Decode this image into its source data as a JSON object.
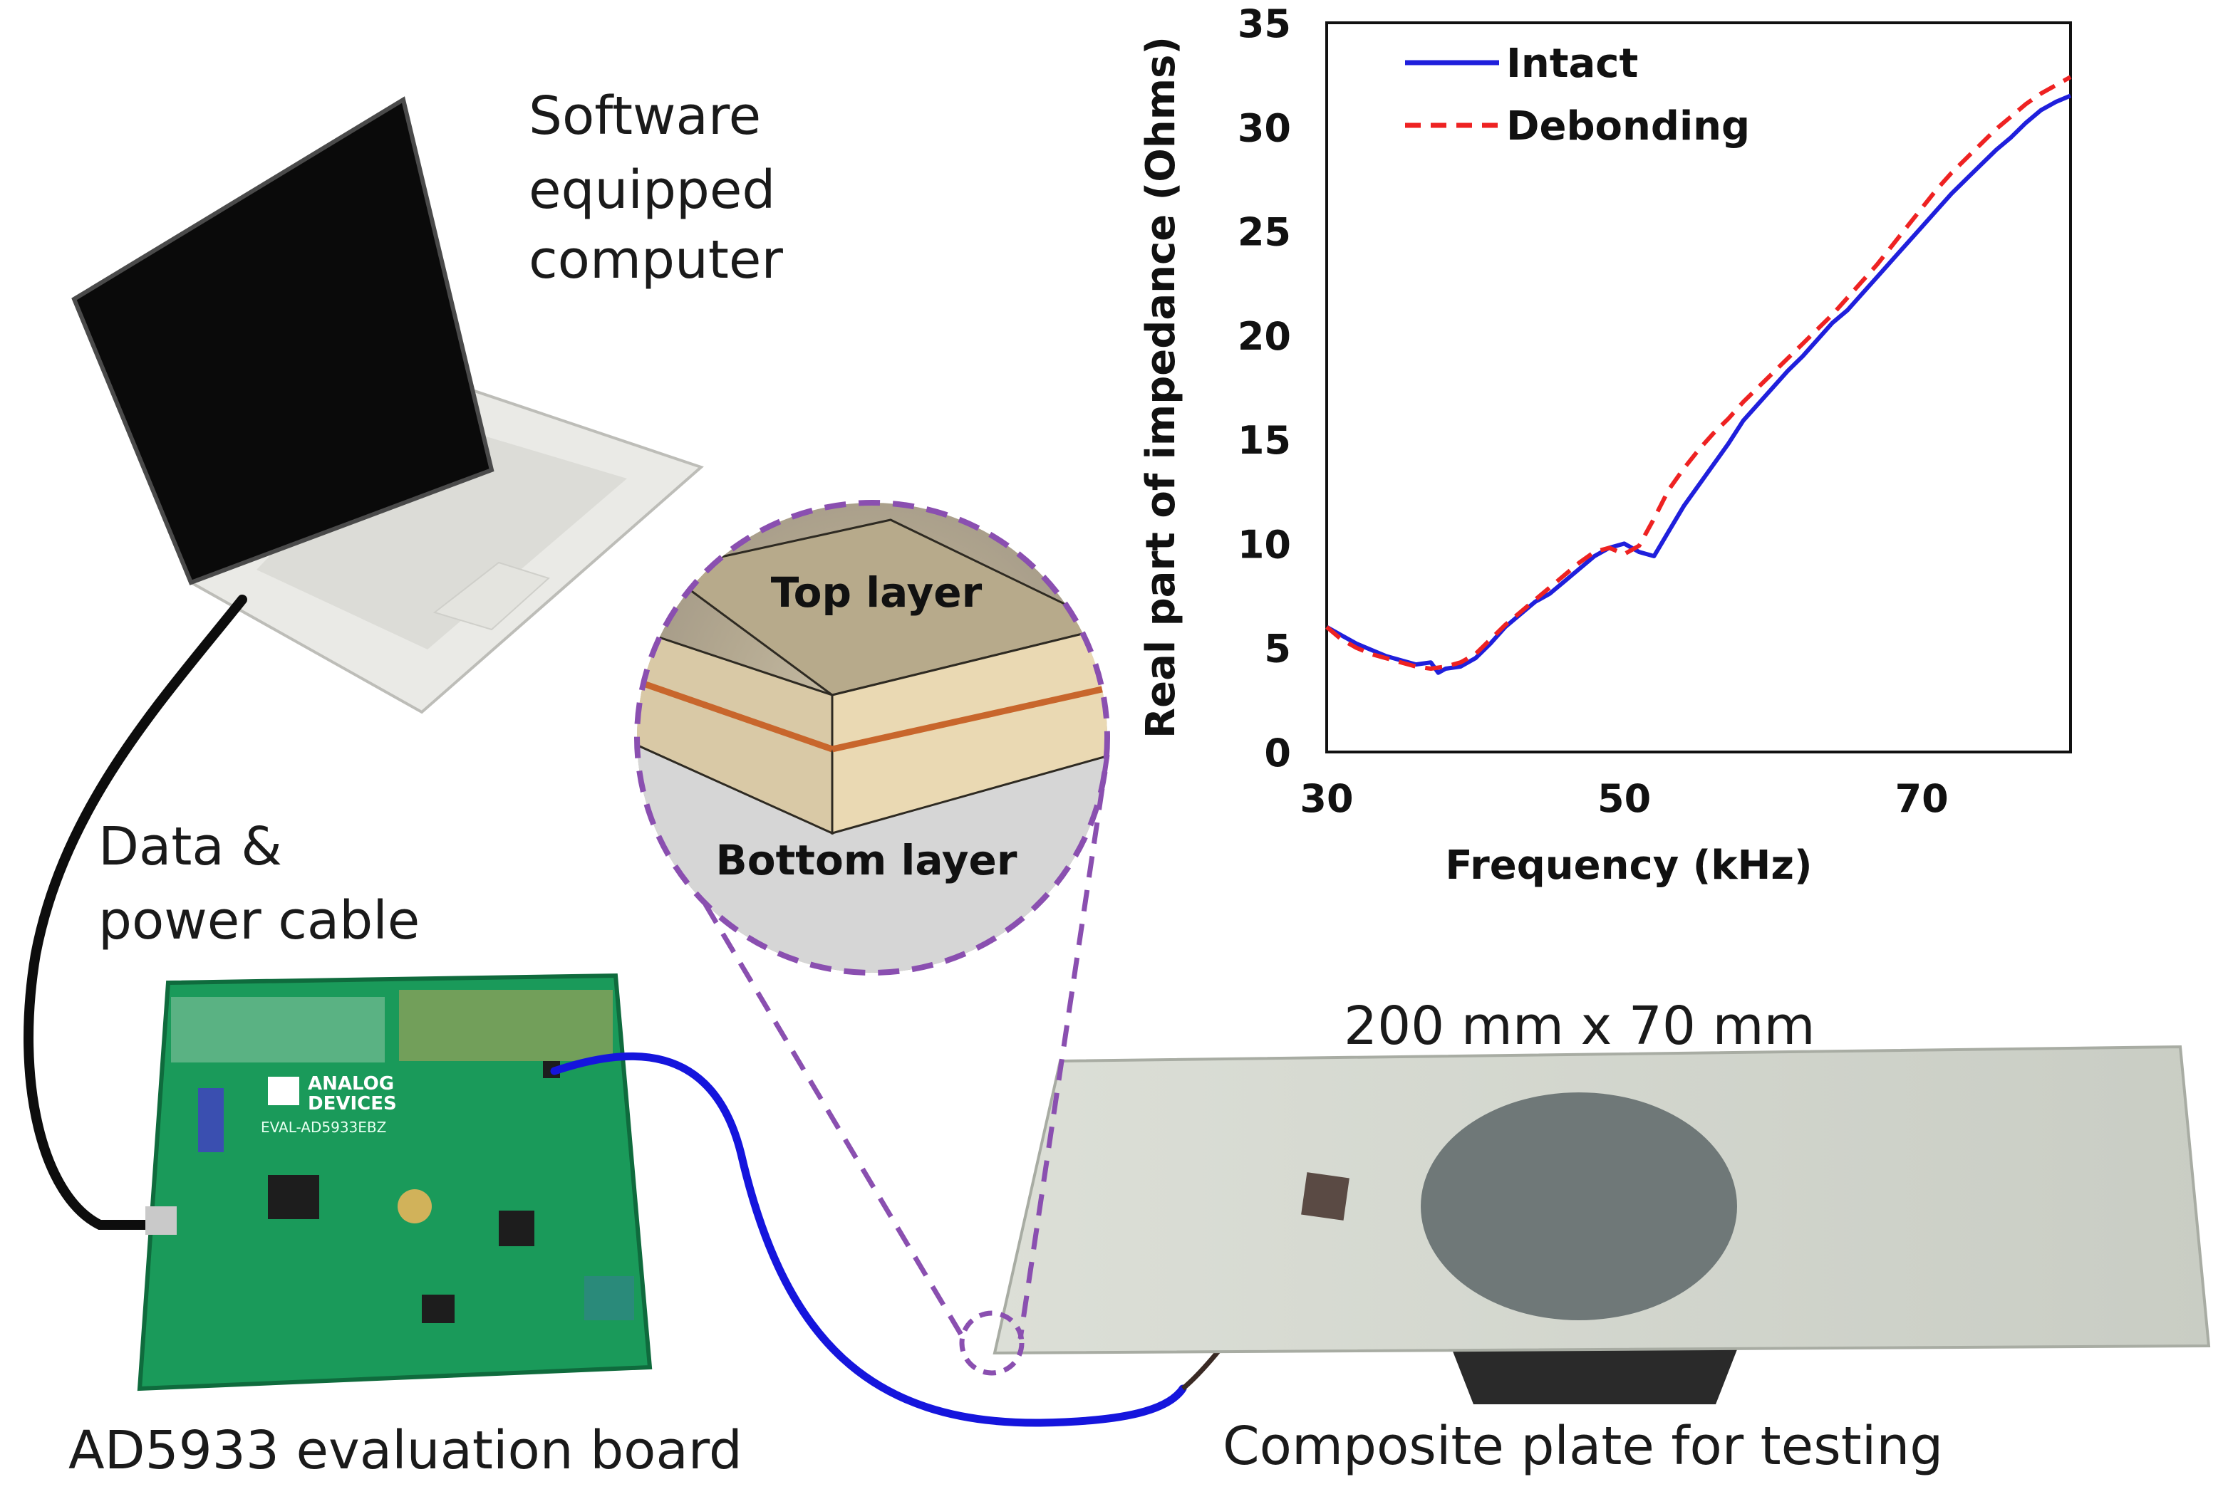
{
  "labels": {
    "computer_line1": "Software",
    "computer_line2": "equipped",
    "computer_line3": "computer",
    "cable_line1": "Data &",
    "cable_line2": "power cable",
    "board": "AD5933 evaluation board",
    "board_brand1": "ANALOG",
    "board_brand2": "DEVICES",
    "board_model": "EVAL-AD5933EBZ",
    "plate_size": "200 mm x 70 mm",
    "plate": "Composite plate for testing",
    "top_layer": "Top layer",
    "bottom_layer": "Bottom layer"
  },
  "colors": {
    "intact": "#1f1fdc",
    "debonding": "#ee2222",
    "callout": "#8a4fb0",
    "board": "#1a9a5a",
    "cable_blue": "#1515dd"
  },
  "chart_data": {
    "type": "line",
    "title": "",
    "xlabel": "Frequency (kHz)",
    "ylabel": "Real part of impedance (Ohms)",
    "xlim": [
      30,
      80
    ],
    "ylim": [
      0,
      35
    ],
    "xticks": [
      30,
      50,
      70
    ],
    "yticks": [
      0,
      5,
      10,
      15,
      20,
      25,
      30,
      35
    ],
    "grid": false,
    "legend": "top-left",
    "series": [
      {
        "name": "Intact",
        "style": "solid",
        "x": [
          30,
          31,
          32,
          33,
          34,
          35,
          36,
          37,
          37.5,
          38,
          39,
          40,
          41,
          42,
          43,
          44,
          45,
          46,
          47,
          48,
          49,
          50,
          51,
          52,
          53,
          54,
          55,
          56,
          57,
          58,
          59,
          60,
          61,
          62,
          63,
          64,
          65,
          66,
          67,
          68,
          69,
          70,
          71,
          72,
          73,
          74,
          75,
          76,
          77,
          78,
          79,
          80
        ],
        "y": [
          6.0,
          5.6,
          5.2,
          4.9,
          4.6,
          4.4,
          4.2,
          4.3,
          3.8,
          4.0,
          4.1,
          4.5,
          5.2,
          6.0,
          6.6,
          7.2,
          7.6,
          8.2,
          8.8,
          9.4,
          9.8,
          10.0,
          9.6,
          9.4,
          10.6,
          11.8,
          12.8,
          13.8,
          14.8,
          15.9,
          16.7,
          17.5,
          18.3,
          19.0,
          19.8,
          20.6,
          21.2,
          22.0,
          22.8,
          23.6,
          24.4,
          25.2,
          26.0,
          26.8,
          27.5,
          28.2,
          28.9,
          29.5,
          30.2,
          30.8,
          31.2,
          31.5
        ]
      },
      {
        "name": "Debonding",
        "style": "dashed",
        "x": [
          30,
          31,
          32,
          33,
          34,
          35,
          36,
          37,
          38,
          39,
          40,
          41,
          42,
          43,
          44,
          45,
          46,
          47,
          48,
          49,
          50,
          51,
          52,
          53,
          54,
          55,
          56,
          57,
          58,
          59,
          60,
          61,
          62,
          63,
          64,
          65,
          66,
          67,
          68,
          69,
          70,
          71,
          72,
          73,
          74,
          75,
          76,
          77,
          78,
          79,
          80
        ],
        "y": [
          6.0,
          5.4,
          5.0,
          4.7,
          4.5,
          4.3,
          4.1,
          4.0,
          4.1,
          4.3,
          4.7,
          5.4,
          6.1,
          6.7,
          7.3,
          7.9,
          8.5,
          9.1,
          9.6,
          9.8,
          9.5,
          9.9,
          11.2,
          12.6,
          13.6,
          14.5,
          15.3,
          16.0,
          16.8,
          17.5,
          18.2,
          18.9,
          19.6,
          20.3,
          21.0,
          21.8,
          22.6,
          23.4,
          24.3,
          25.2,
          26.1,
          27.0,
          27.8,
          28.5,
          29.2,
          29.9,
          30.5,
          31.1,
          31.6,
          32.0,
          32.4
        ]
      }
    ]
  }
}
